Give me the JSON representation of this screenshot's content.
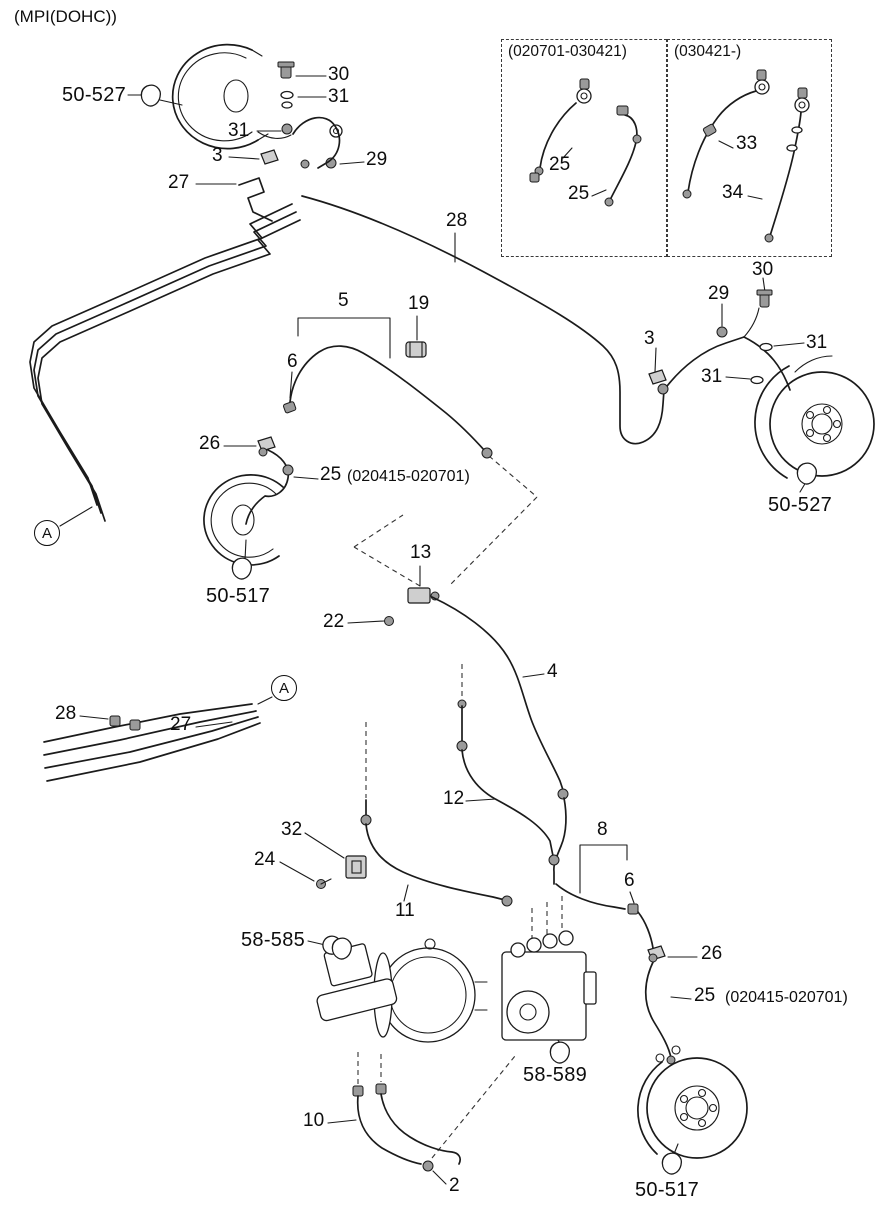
{
  "colors": {
    "line": "#1b1b1b",
    "background": "#ffffff",
    "fill_light": "#cfcfcf",
    "fill_dark": "#9a9a9a"
  },
  "icons": {
    "view-balloon": "teardrop-callout-outline",
    "view-marker": "circled-letter"
  },
  "labels": {
    "title": "(MPI(DOHC))",
    "p50527_tl": "50-527",
    "c30_tl": "30",
    "c31_tl_a": "31",
    "c31_tl_b": "31",
    "c3_tl": "3",
    "c29_tl": "29",
    "c27_tl": "27",
    "c28_top": "28",
    "inset1_title": "(020701-030421)",
    "c25_i1a": "25",
    "c25_i1b": "25",
    "inset2_title": "(030421-)",
    "c33": "33",
    "c34": "34",
    "c30_r": "30",
    "c29_r": "29",
    "c31_r_a": "31",
    "c3_r": "3",
    "c31_r_b": "31",
    "c5": "5",
    "c19": "19",
    "c6_a": "6",
    "c26_a": "26",
    "c25_a": "25",
    "range_a": "(020415-020701)",
    "p50527_r": "50-527",
    "marker_a1": "A",
    "p50517_tl": "50-517",
    "c13": "13",
    "c22": "22",
    "c4": "4",
    "marker_a2": "A",
    "c28_bl": "28",
    "c27_bl": "27",
    "c12": "12",
    "c32": "32",
    "c8": "8",
    "c24": "24",
    "c6_b": "6",
    "c11": "11",
    "c26_b": "26",
    "p58585": "58-585",
    "c25_b": "25",
    "range_b": "(020415-020701)",
    "p58589": "58-589",
    "c10": "10",
    "c2": "2",
    "p50517_br": "50-517"
  }
}
